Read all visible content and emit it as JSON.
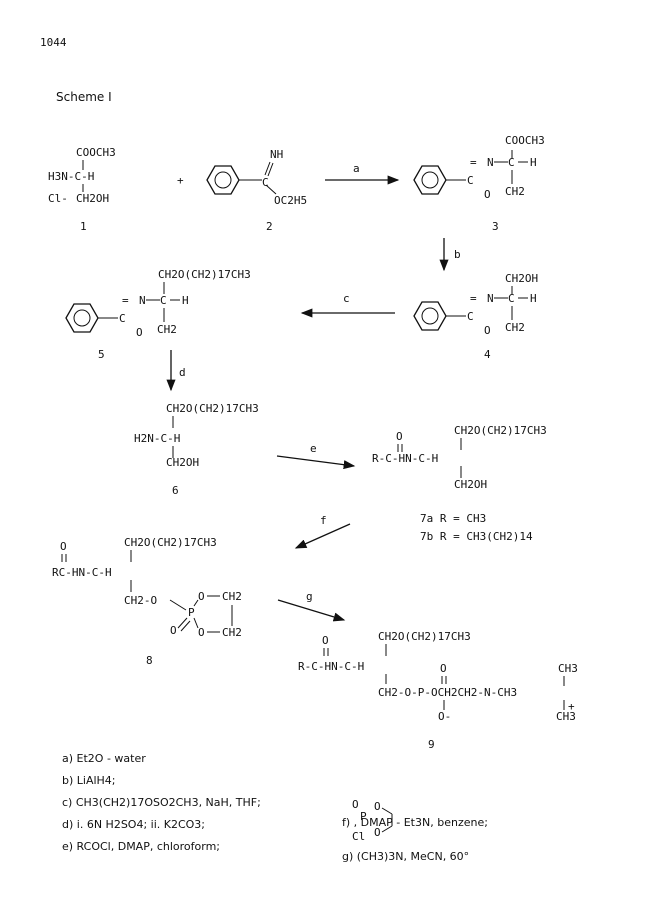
{
  "page": {
    "number": "1044",
    "scheme_title": "Scheme I"
  },
  "compounds": {
    "c1": {
      "number": "1",
      "ester": "COOCH3",
      "amine": "H3N-C-H",
      "counterion": "Cl-",
      "side_chain": "CH2OH"
    },
    "c2": {
      "number": "2",
      "imine": "NH",
      "ester": "OC2H5"
    },
    "c3": {
      "number": "3",
      "ester": "COOCH3"
    },
    "c4": {
      "number": "4",
      "side_chain": "CH2OH"
    },
    "c5": {
      "number": "5",
      "side_chain": "CH2O(CH2)17CH3"
    },
    "c6": {
      "number": "6",
      "side_chain": "CH2O(CH2)17CH3",
      "amine": "H2N-C-H",
      "hydroxymethyl": "CH2OH"
    },
    "c7": {
      "side_chain": "CH2O(CH2)17CH3",
      "acyl": "R-C-HN-C-H",
      "hydroxymethyl": "CH2OH",
      "variants": [
        "7a  R = CH3",
        "7b  R = CH3(CH2)14"
      ]
    },
    "c8": {
      "number": "8",
      "side_chain": "CH2O(CH2)17CH3",
      "acyl": "RC-HN-C-H"
    },
    "c9": {
      "number": "9",
      "side_chain": "CH2O(CH2)17CH3",
      "acyl": "R-C-HN-C-H"
    }
  },
  "arrows": [
    "a",
    "b",
    "c",
    "d",
    "e",
    "f",
    "g"
  ],
  "conditions": [
    {
      "key": "a",
      "text": "a)  Et2O - water"
    },
    {
      "key": "b",
      "text": "b)  LiAlH4;"
    },
    {
      "key": "c",
      "text": "c)  CH3(CH2)17OSO2CH3, NaH, THF;"
    },
    {
      "key": "d",
      "text": "d)  i. 6N H2SO4; ii. K2CO3;"
    },
    {
      "key": "e",
      "text": "e)  RCOCl, DMAP, chloroform;"
    },
    {
      "key": "f",
      "text": "f)   , DMAP - Et3N, benzene;"
    },
    {
      "key": "g",
      "text": "g)  (CH3)3N, MeCN, 60°"
    }
  ]
}
